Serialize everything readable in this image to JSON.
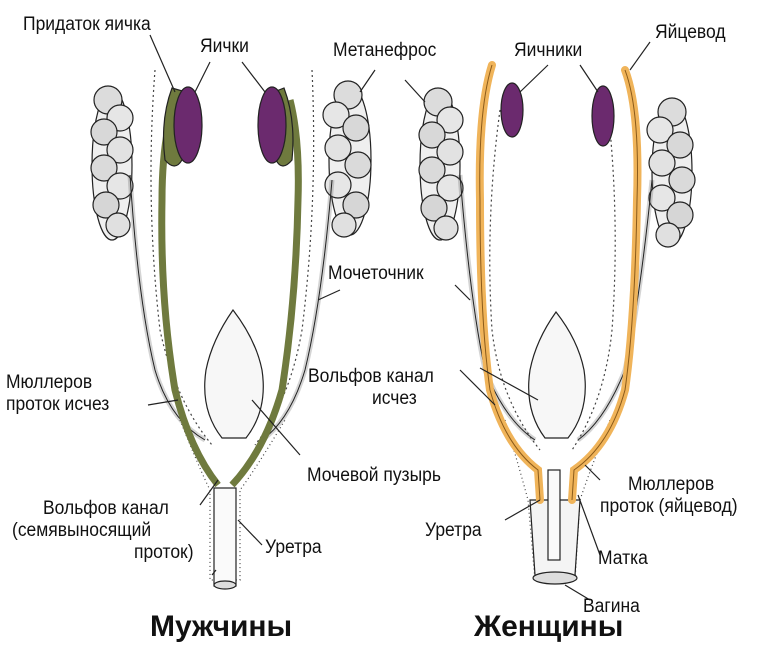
{
  "labels": {
    "epididymis": "Придаток яичка",
    "testes": "Яички",
    "metanephros": "Метанефрос",
    "ovaries": "Яичники",
    "oviduct": "Яйцевод",
    "ureter": "Мочеточник",
    "mullerian_gone_1": "Мюллеров",
    "mullerian_gone_2": "проток исчез",
    "wolffian_gone_1": "Вольфов канал",
    "wolffian_gone_2": "исчез",
    "bladder": "Мочевой пузырь",
    "wolffian_male_1": "Вольфов канал",
    "wolffian_male_2": "(семявыносящий",
    "wolffian_male_3": "проток)",
    "urethra_male": "Уретра",
    "urethra_female": "Уретра",
    "mullerian_female_1": "Мюллеров",
    "mullerian_female_2": "проток (яйцевод)",
    "uterus": "Матка",
    "vagina": "Вагина"
  },
  "captions": {
    "male": "Мужчины",
    "female": "Женщины"
  },
  "colors": {
    "testis": "#6b2a6e",
    "ovary": "#6b2a6e",
    "wolffian_duct_male": "#6f7a3e",
    "mullerian_duct_female": "#f0b45a",
    "kidney_fill": "#e8e8e8",
    "outline": "#222222"
  }
}
